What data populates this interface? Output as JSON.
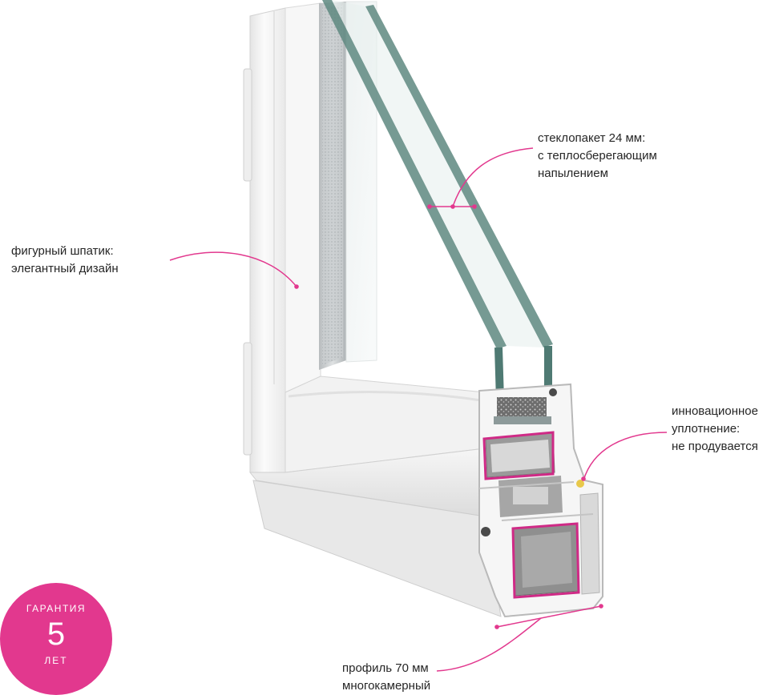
{
  "callouts": {
    "glass_unit": {
      "line1": "стеклопакет 24 мм:",
      "line2": "с теплосберегающим",
      "line3": "напылением"
    },
    "glazing_bead": {
      "line1": "фигурный шпатик:",
      "line2": "элегантный дизайн"
    },
    "seal": {
      "line1": "инновационное",
      "line2": "уплотнение:",
      "line3": "не продувается"
    },
    "profile": {
      "line1": "профиль 70 мм",
      "line2": "многокамерный"
    }
  },
  "warranty_badge": {
    "top": "ГАРАНТИЯ",
    "number": "5",
    "bottom": "ЛЕТ"
  },
  "colors": {
    "accent": "#e2388e",
    "frame": "#f3f3f3",
    "glass_edge": "#4f7a73",
    "reinforcement": "#cf2a86"
  }
}
